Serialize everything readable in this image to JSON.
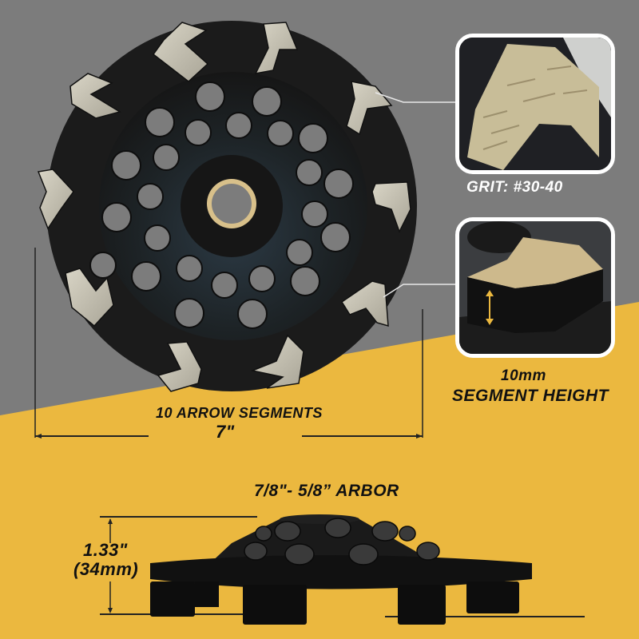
{
  "colors": {
    "background_gray": "#7c7c7c",
    "background_yellow": "#ebb83f",
    "wheel_black": "#1c1c1c",
    "segment_silver": "#c9c4b4",
    "arbor_brass": "#d8c08a",
    "text_dark": "#111111",
    "text_light": "#ffffff"
  },
  "product": {
    "type": "diamond cup grinding wheel",
    "segment_count": 10,
    "hole_count": 30
  },
  "labels": {
    "grit": "GRIT: #30-40",
    "segment_height_value": "10mm",
    "segment_height_caption": "SEGMENT HEIGHT",
    "segments": "10 ARROW SEGMENTS",
    "diameter": "7\"",
    "arbor": "7/8\"- 5/8” ARBOR",
    "height_in": "1.33\"",
    "height_mm": "(34mm)"
  },
  "insets": [
    {
      "name": "segment-closeup",
      "caption": "GRIT: #30-40"
    },
    {
      "name": "segment-height-closeup",
      "caption": "10mm SEGMENT HEIGHT"
    }
  ]
}
